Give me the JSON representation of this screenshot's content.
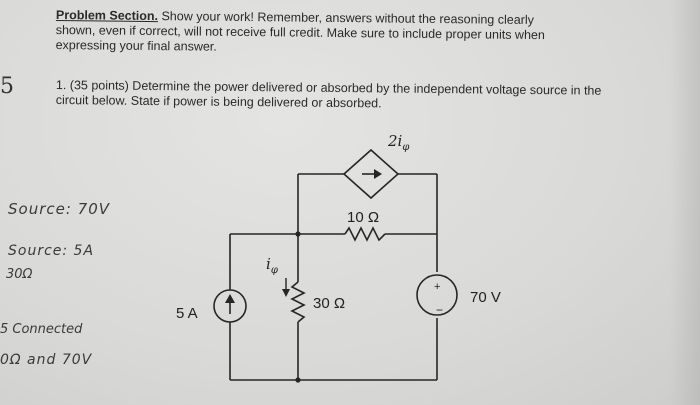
{
  "margin_note": "5",
  "header": {
    "section_title": "Problem Section.",
    "instructions": "Show your work! Remember, answers without the reasoning clearly shown, even if correct, will not receive full credit. Make sure to include proper units when expressing your final answer."
  },
  "problem": {
    "text": "1. (35 points) Determine the power delivered or absorbed by the independent voltage source in the circuit below. State if power is being delivered or absorbed."
  },
  "circuit": {
    "dep_source_label": "2i",
    "dep_source_sub": "φ",
    "r1_label": "10 Ω",
    "r2_label": "30 Ω",
    "i_label": "i",
    "i_sub": "φ",
    "current_source_label": "5 A",
    "voltage_source_label": "70 V",
    "plus": "+",
    "minus": "−"
  },
  "handwriting": {
    "line1": "Source: 70V",
    "line2": "Source: 5A",
    "line3": "30Ω",
    "line4": "5 Connected",
    "line5": "0Ω and 70V"
  }
}
